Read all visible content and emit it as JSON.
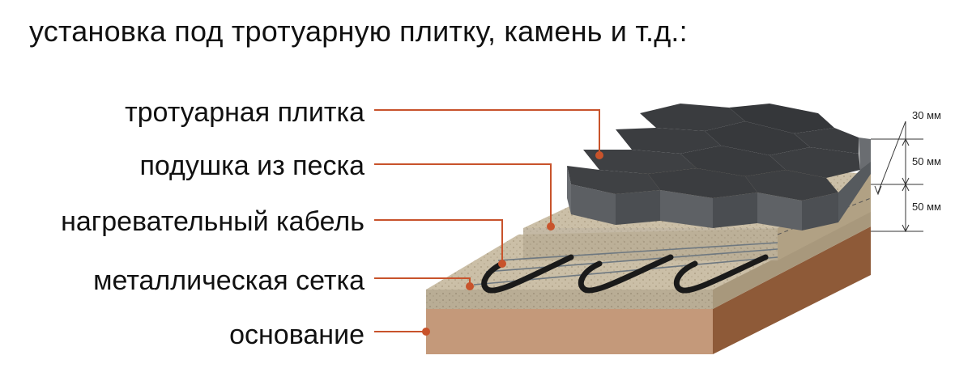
{
  "title": "установка под тротуарную плитку, камень и т.д.:",
  "layers": [
    {
      "label": "тротуарная плитка"
    },
    {
      "label": "подушка из песка"
    },
    {
      "label": "нагревательный кабель"
    },
    {
      "label": "металлическая сетка"
    },
    {
      "label": "основание"
    }
  ],
  "dimensions": [
    {
      "label": "30 мм"
    },
    {
      "label": "50 мм"
    },
    {
      "label": "50 мм"
    }
  ],
  "colors": {
    "leader": "#c8532b",
    "tile_top": "#3b3d40",
    "tile_side": "#5b5e62",
    "sand": "#cbbfa7",
    "base_front": "#c4997a",
    "base_side": "#8e5a38"
  }
}
